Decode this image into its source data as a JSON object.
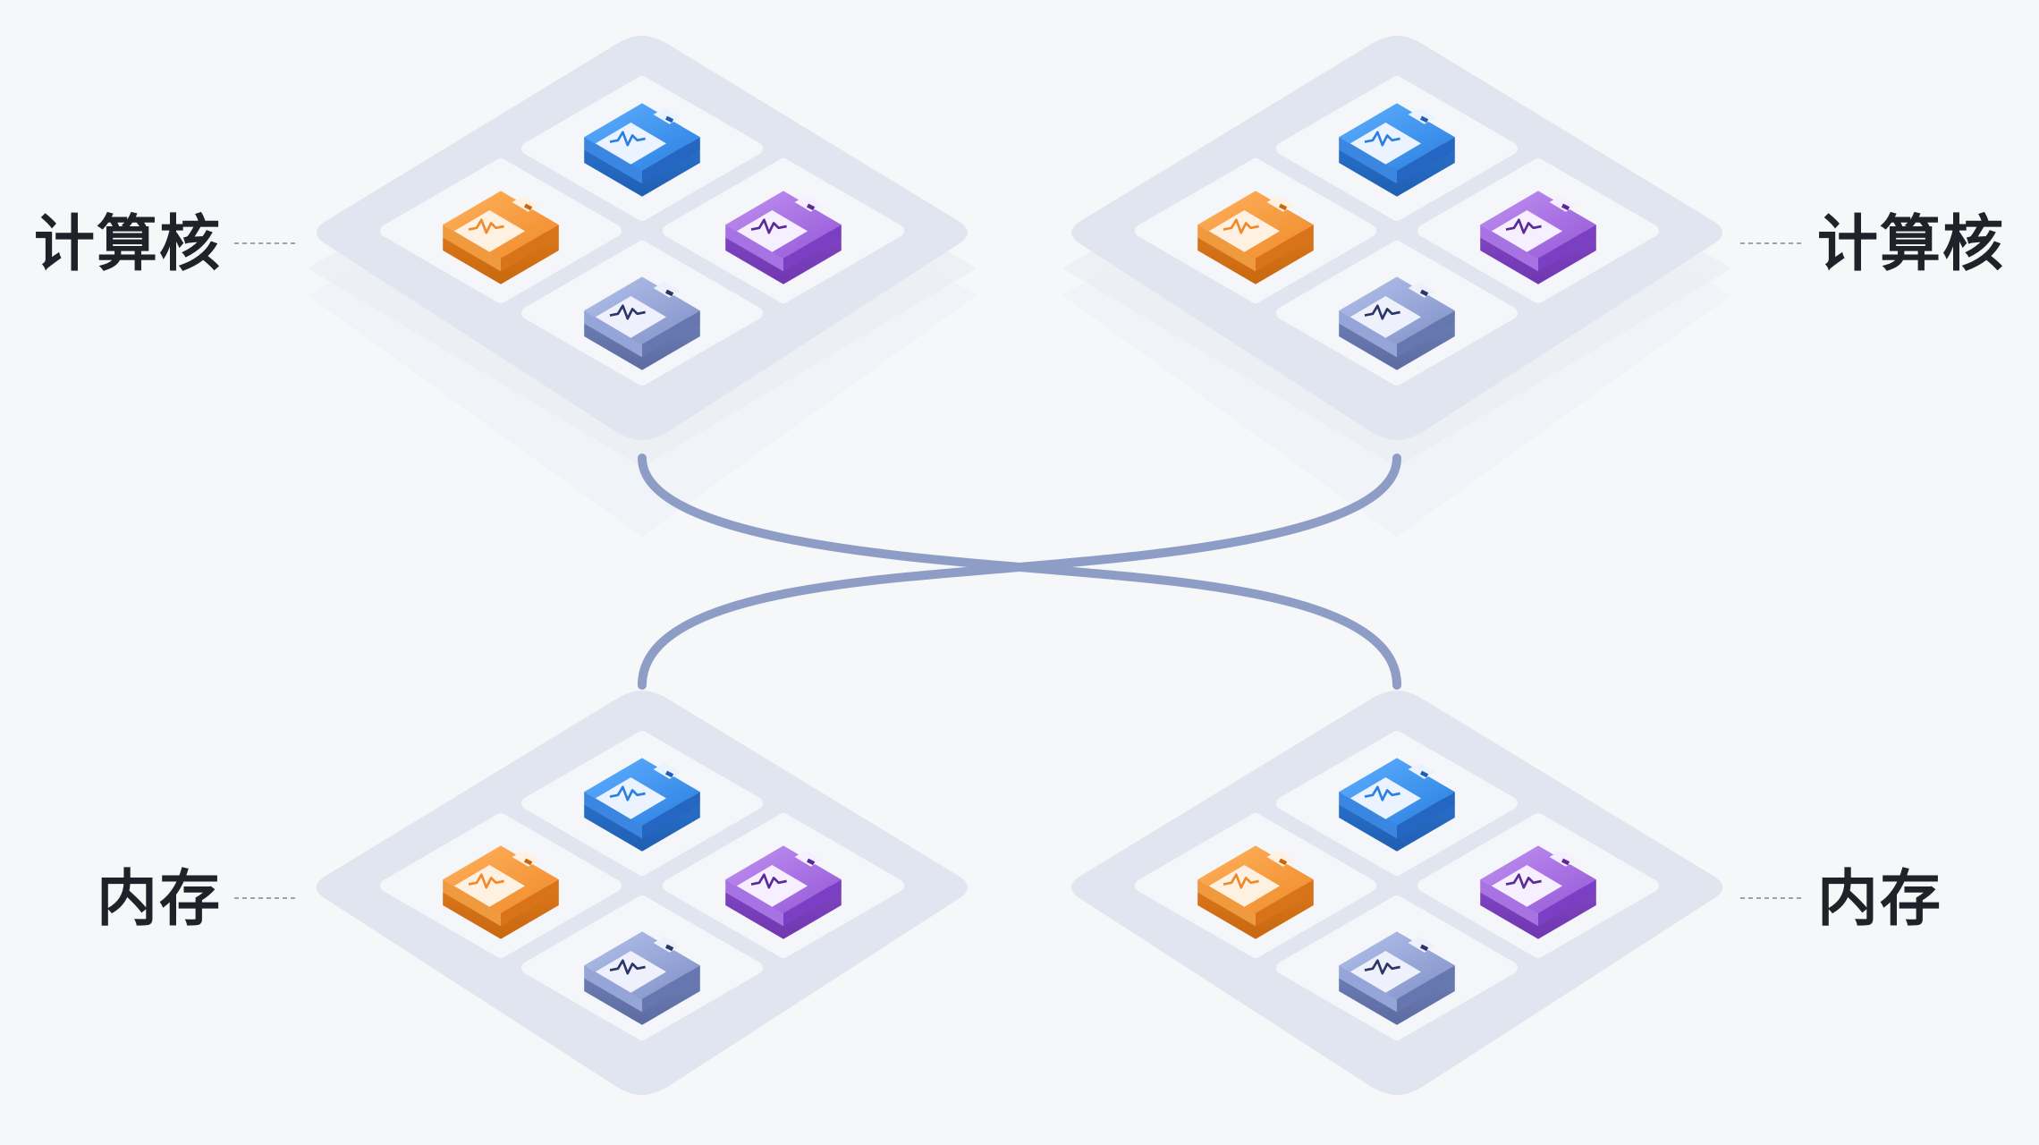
{
  "labels": {
    "compute_left": "计算核",
    "compute_right": "计算核",
    "memory_left": "内存",
    "memory_right": "内存"
  },
  "colors": {
    "background": "#f6f7f9",
    "platform": "#e0e5ef",
    "tile": "#f4f6fa",
    "connector": "#8e9dc6",
    "leader_line": "#9aa3b5",
    "text": "#1f2329",
    "chip_blue": "#3a8ee8",
    "chip_orange": "#f0953a",
    "chip_purple": "#a46bdc",
    "chip_slate": "#8d9ccc"
  },
  "icons": {
    "chip": "floppy-disk-chip-icon",
    "wave": "signal-wave-icon"
  }
}
